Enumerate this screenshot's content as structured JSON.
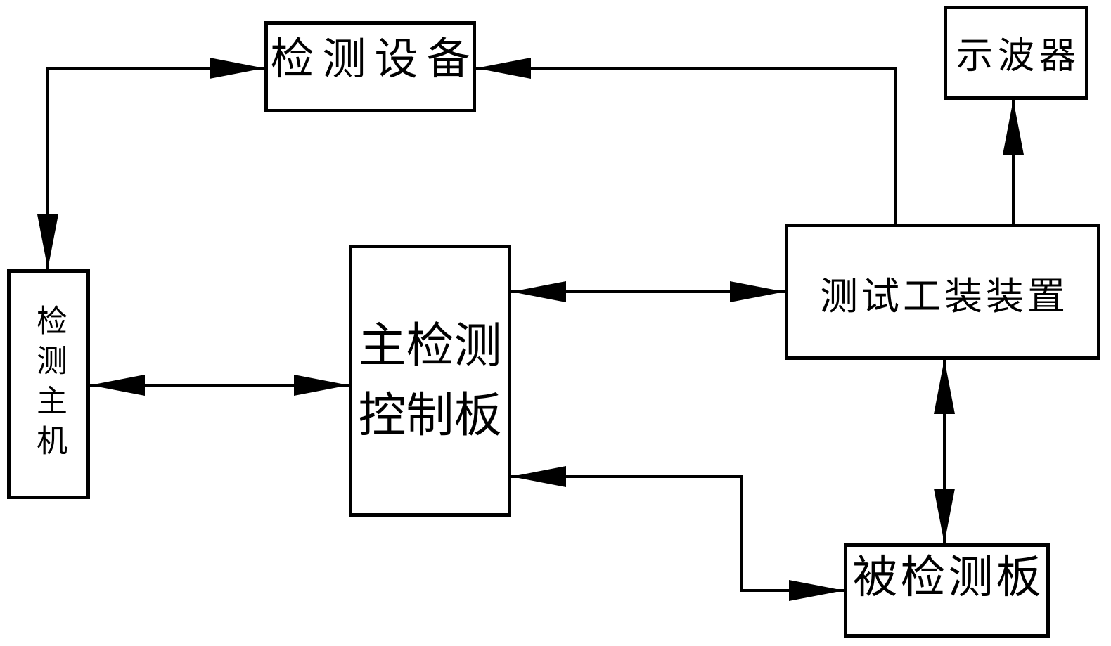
{
  "diagram": {
    "background_color": "#ffffff",
    "line_color": "#000000",
    "boxes": {
      "detection_equipment": {
        "label": "检测设备"
      },
      "oscilloscope": {
        "label": "示波器"
      },
      "detection_host": {
        "label": "检测主机"
      },
      "main_control_board": {
        "label_line1": "主检测",
        "label_line2": "控制板"
      },
      "test_fixture": {
        "label": "测试工装装置"
      },
      "board_under_test": {
        "label": "被检测板"
      }
    },
    "connections": [
      {
        "from": "detection_host",
        "to": "detection_equipment",
        "style": "elbow",
        "direction": "bidirectional"
      },
      {
        "from": "test_fixture",
        "to": "detection_equipment",
        "style": "elbow",
        "direction": "one-way"
      },
      {
        "from": "test_fixture",
        "to": "oscilloscope",
        "style": "straight",
        "direction": "one-way"
      },
      {
        "from": "detection_host",
        "to": "main_control_board",
        "style": "straight",
        "direction": "bidirectional"
      },
      {
        "from": "main_control_board",
        "to": "test_fixture",
        "style": "straight",
        "direction": "bidirectional"
      },
      {
        "from": "main_control_board",
        "to": "board_under_test",
        "style": "z-elbow",
        "direction": "bidirectional"
      },
      {
        "from": "test_fixture",
        "to": "board_under_test",
        "style": "straight",
        "direction": "bidirectional"
      }
    ]
  }
}
